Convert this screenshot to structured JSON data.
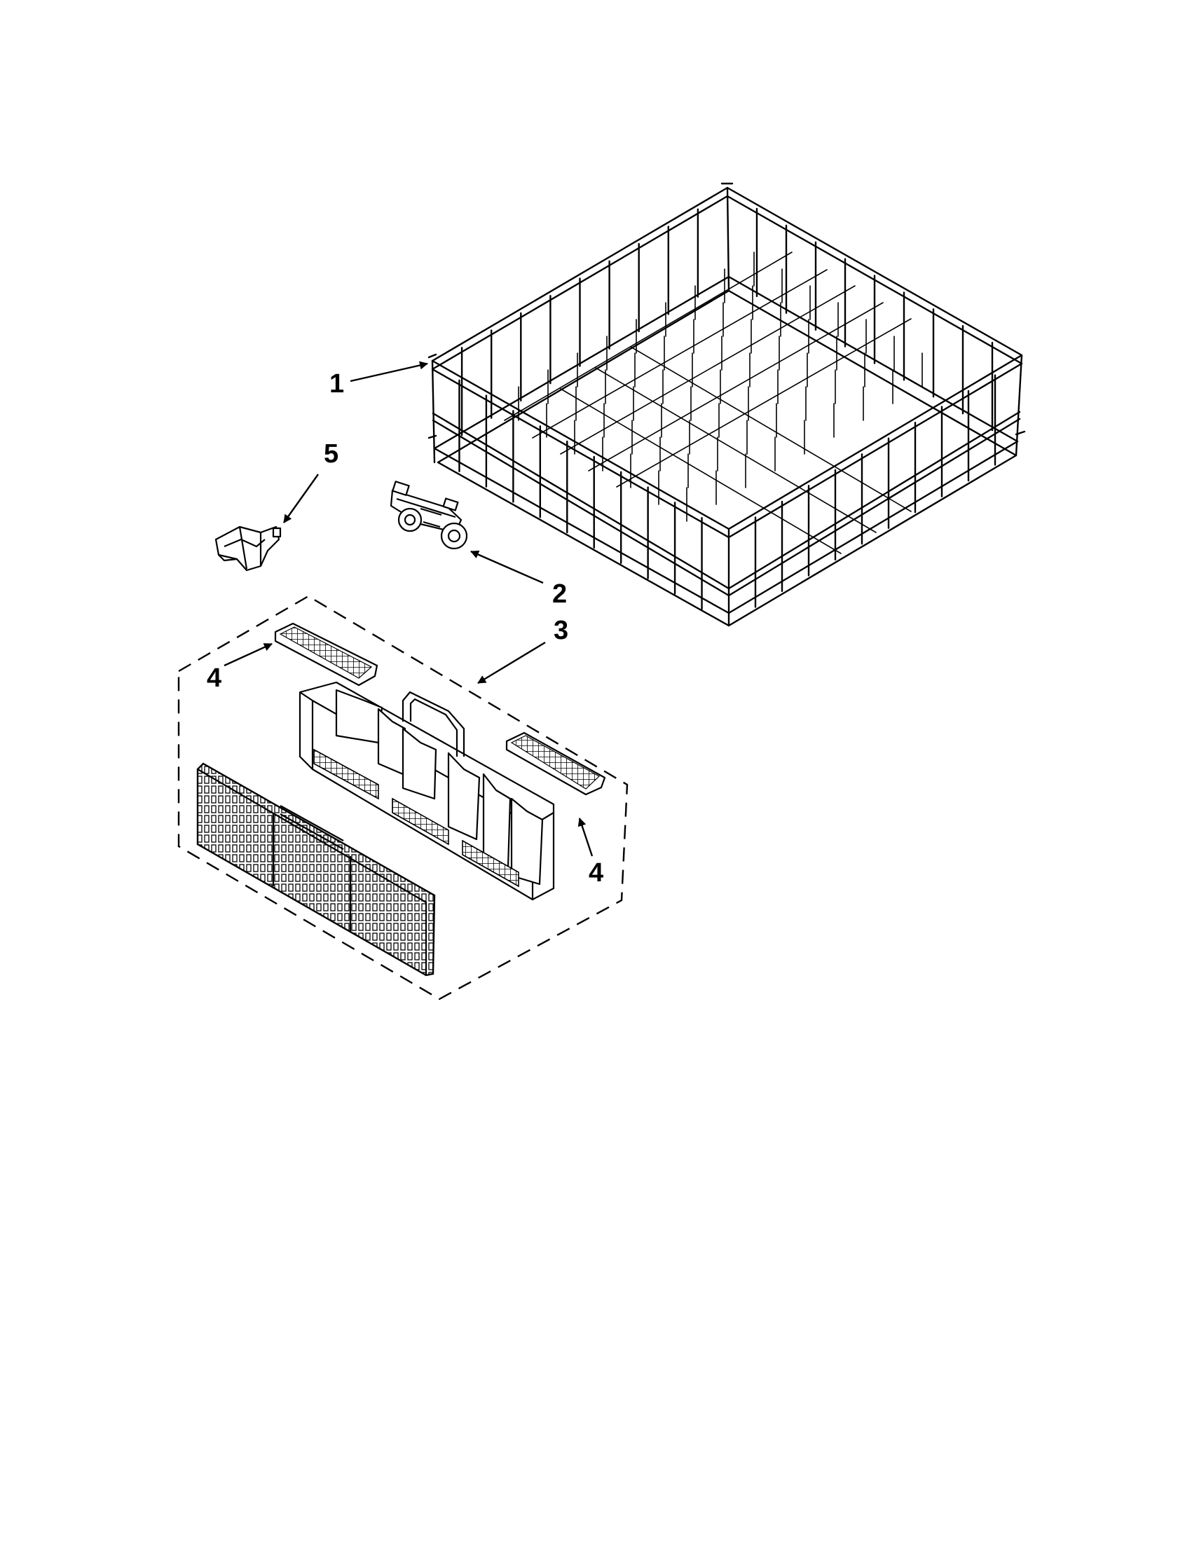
{
  "callouts": {
    "rack": "1",
    "roller": "2",
    "basket_group": "3",
    "cover_left": "4",
    "cover_right": "4",
    "clip": "5"
  }
}
